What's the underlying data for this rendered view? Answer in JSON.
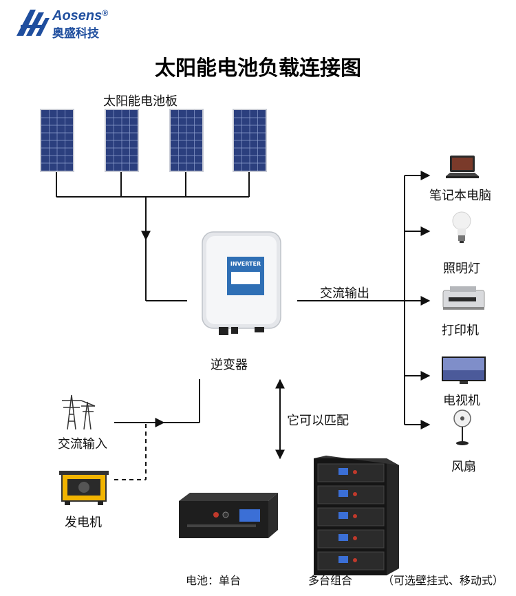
{
  "brand": {
    "name_en": "Aosens",
    "registered_mark": "®",
    "name_cn": "奥盛科技"
  },
  "title": "太阳能电池负载连接图",
  "solar_panels": {
    "label": "太阳能电池板",
    "count": 4
  },
  "inverter": {
    "label": "逆变器",
    "screen_text": "INVERTER"
  },
  "ac_output": {
    "label": "交流输出",
    "loads": [
      {
        "label": "笔记本电脑",
        "icon": "laptop-icon"
      },
      {
        "label": "照明灯",
        "icon": "light-bulb-icon"
      },
      {
        "label": "打印机",
        "icon": "printer-icon"
      },
      {
        "label": "电视机",
        "icon": "tv-icon"
      },
      {
        "label": "风扇",
        "icon": "fan-icon"
      }
    ]
  },
  "ac_input": {
    "label": "交流输入",
    "icon": "power-tower-icon"
  },
  "generator": {
    "label": "发电机",
    "icon": "generator-icon"
  },
  "compatible": {
    "label": "它可以匹配"
  },
  "batteries": {
    "single_label": "电池：单台",
    "multi_label": "多台组合",
    "mount_label": "（可选壁挂式、移动式）"
  },
  "colors": {
    "brand_blue": "#1f4e9e",
    "panel_blue": "#2b3f7e",
    "inverter_blue": "#2f6fb5",
    "line": "#111111"
  }
}
